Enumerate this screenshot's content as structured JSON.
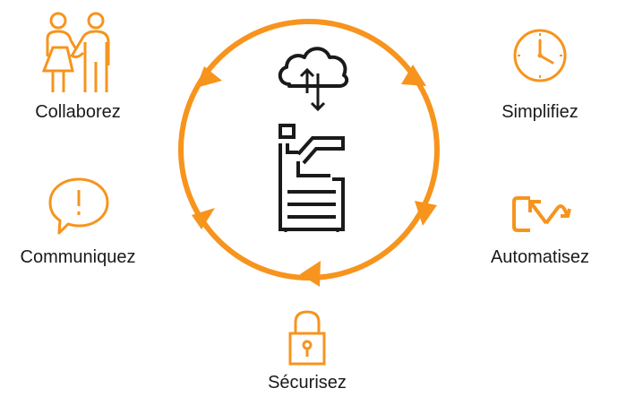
{
  "colors": {
    "accent": "#F7941D",
    "ink": "#1a1a1a"
  },
  "center": {
    "icons": [
      "cloud-sync-icon",
      "printer-icon"
    ]
  },
  "nodes": [
    {
      "key": "collaborate",
      "label": "Collaborez",
      "icon": "people-icon"
    },
    {
      "key": "simplify",
      "label": "Simplifiez",
      "icon": "clock-icon"
    },
    {
      "key": "communicate",
      "label": "Communiquez",
      "icon": "speech-bubble-alert-icon"
    },
    {
      "key": "automate",
      "label": "Automatisez",
      "icon": "automation-arrows-icon"
    },
    {
      "key": "secure",
      "label": "Sécurisez",
      "icon": "padlock-icon"
    }
  ]
}
